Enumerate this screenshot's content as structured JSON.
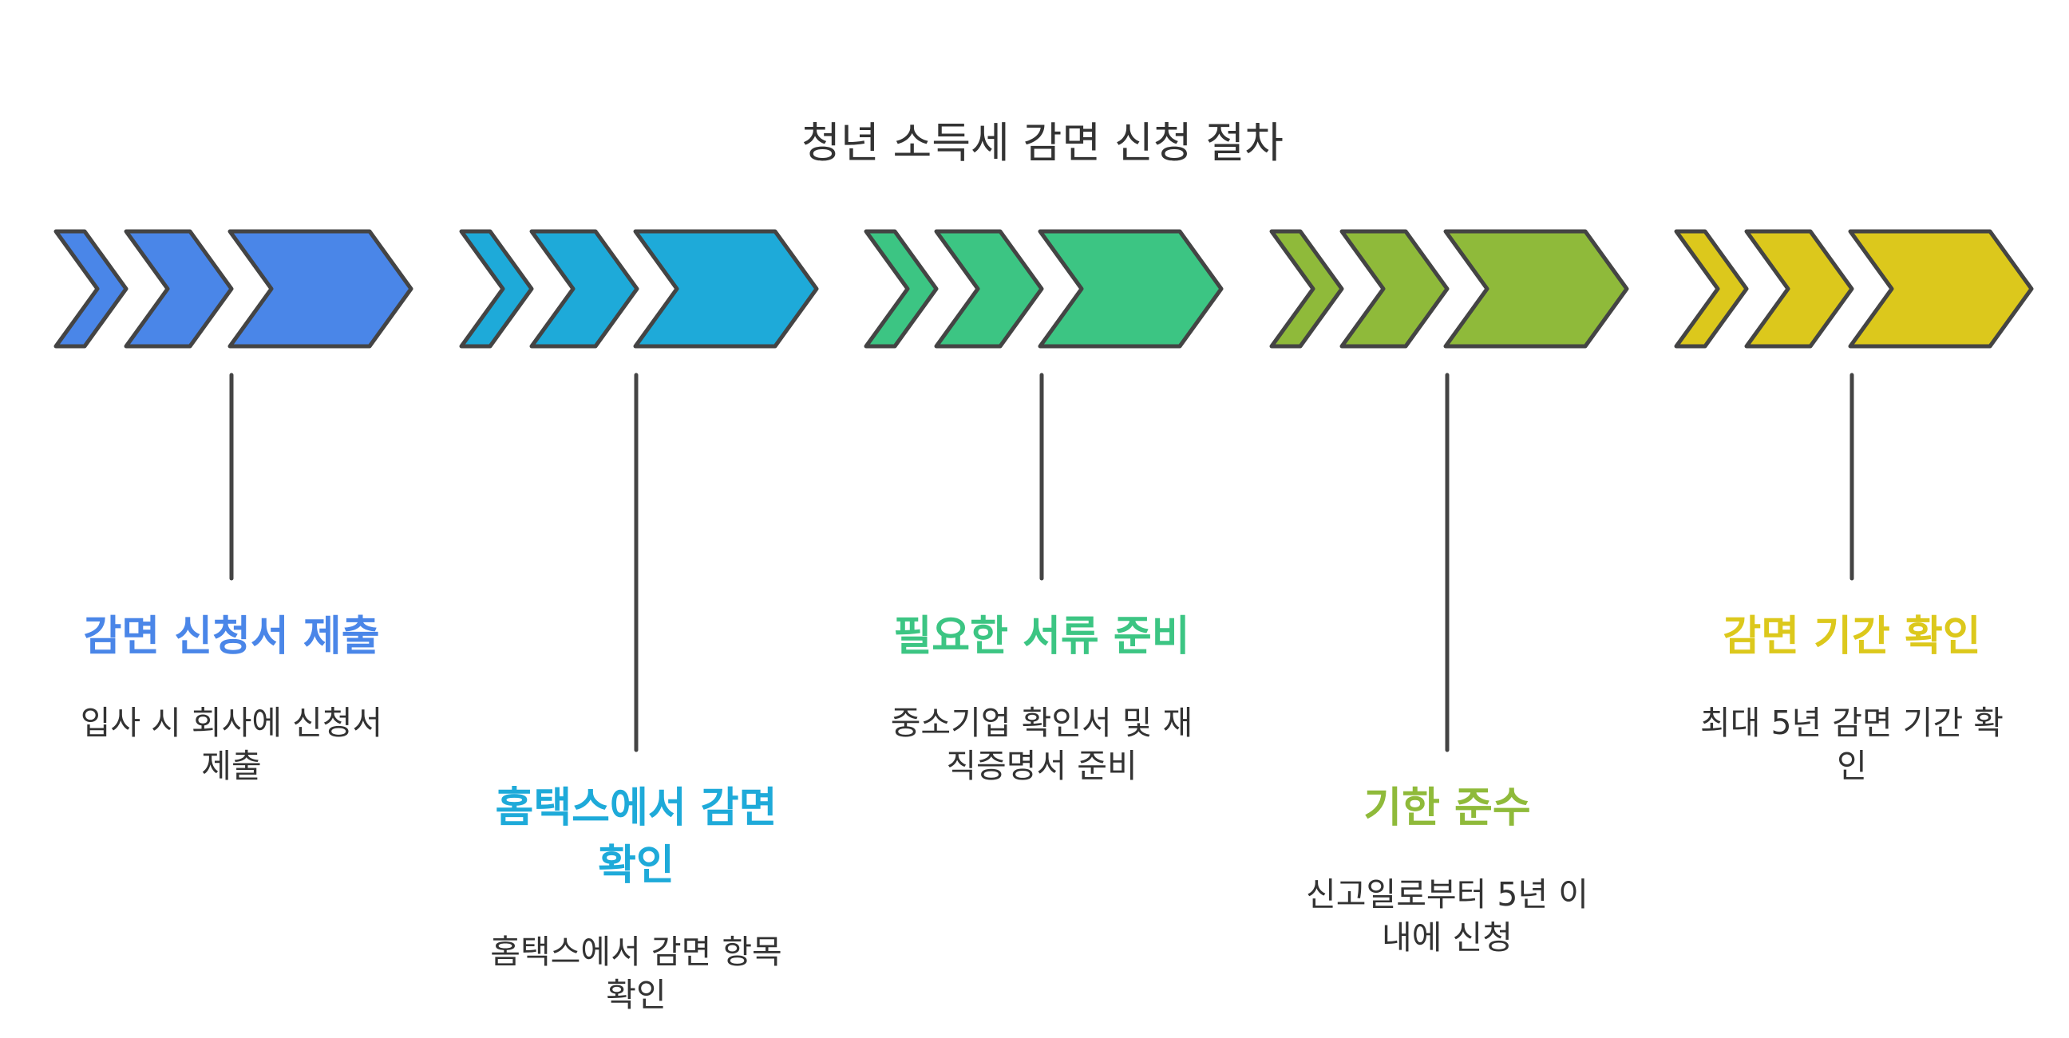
{
  "title": "청년 소득세 감면 신청 절차",
  "steps": [
    {
      "title_lines": [
        "감면 신청서 제출"
      ],
      "desc_lines": [
        "입사 시 회사에 신청서",
        "제출"
      ],
      "color": "#4A86E8"
    },
    {
      "title_lines": [
        "홈택스에서 감면",
        "확인"
      ],
      "desc_lines": [
        "홈택스에서 감면 항목",
        "확인"
      ],
      "color": "#1EAAD9"
    },
    {
      "title_lines": [
        "필요한 서류 준비"
      ],
      "desc_lines": [
        "중소기업 확인서 및 재",
        "직증명서 준비"
      ],
      "color": "#3CC583"
    },
    {
      "title_lines": [
        "기한 준수"
      ],
      "desc_lines": [
        "신고일로부터 5년 이",
        "내에 신청"
      ],
      "color": "#8FBA3A"
    },
    {
      "title_lines": [
        "감면 기간 확인"
      ],
      "desc_lines": [
        "최대 5년 감면 기간 확",
        "인"
      ],
      "color": "#DCC81C"
    }
  ]
}
